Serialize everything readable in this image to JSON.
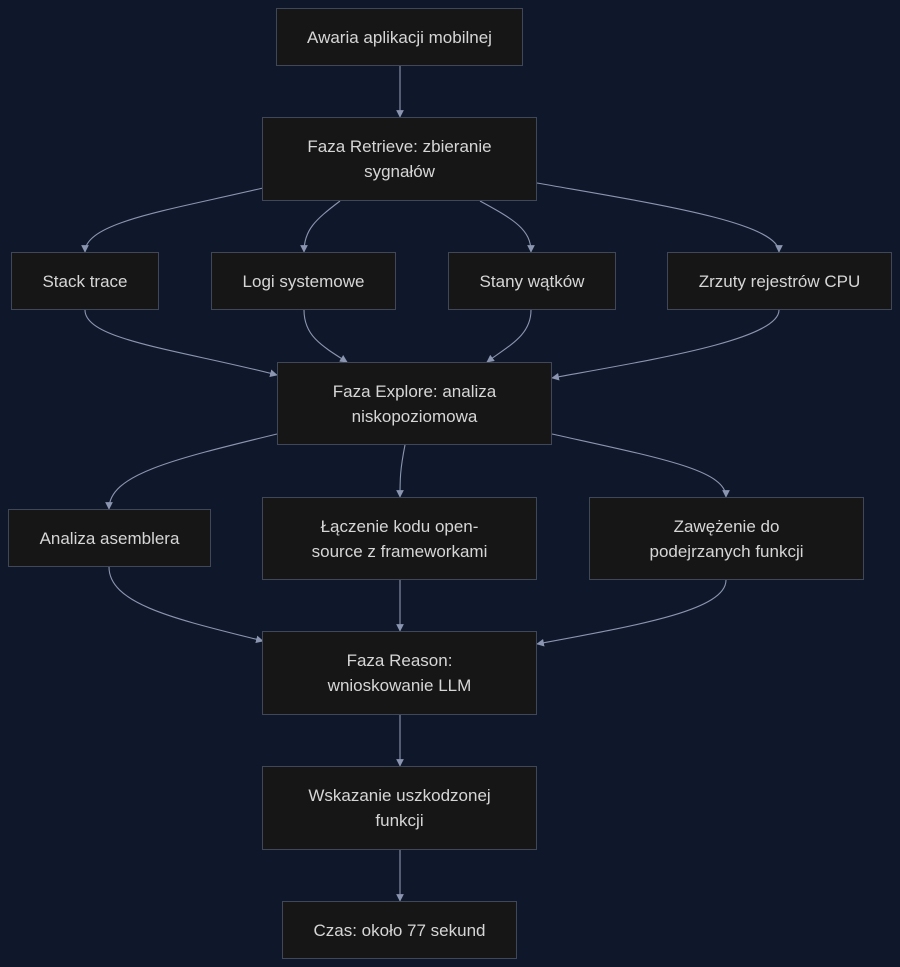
{
  "diagram": {
    "nodes": {
      "crash": "Awaria aplikacji mobilnej",
      "retrieve": "Faza Retrieve: zbieranie sygnałów",
      "stack": "Stack trace",
      "logs": "Logi systemowe",
      "threads": "Stany wątków",
      "registers": "Zrzuty rejestrów CPU",
      "explore": "Faza Explore: analiza niskopoziomowa",
      "asm": "Analiza asemblera",
      "link": "Łączenie kodu open-source z frameworkami",
      "narrow": "Zawężenie do podejrzanych funkcji",
      "reason": "Faza Reason: wnioskowanie LLM",
      "pinpoint": "Wskazanie uszkodzonej funkcji",
      "time": "Czas: około 77 sekund"
    },
    "edges": [
      [
        "crash",
        "retrieve"
      ],
      [
        "retrieve",
        "stack"
      ],
      [
        "retrieve",
        "logs"
      ],
      [
        "retrieve",
        "threads"
      ],
      [
        "retrieve",
        "registers"
      ],
      [
        "stack",
        "explore"
      ],
      [
        "logs",
        "explore"
      ],
      [
        "threads",
        "explore"
      ],
      [
        "registers",
        "explore"
      ],
      [
        "explore",
        "asm"
      ],
      [
        "explore",
        "link"
      ],
      [
        "explore",
        "narrow"
      ],
      [
        "asm",
        "reason"
      ],
      [
        "link",
        "reason"
      ],
      [
        "narrow",
        "reason"
      ],
      [
        "reason",
        "pinpoint"
      ],
      [
        "pinpoint",
        "time"
      ]
    ]
  }
}
